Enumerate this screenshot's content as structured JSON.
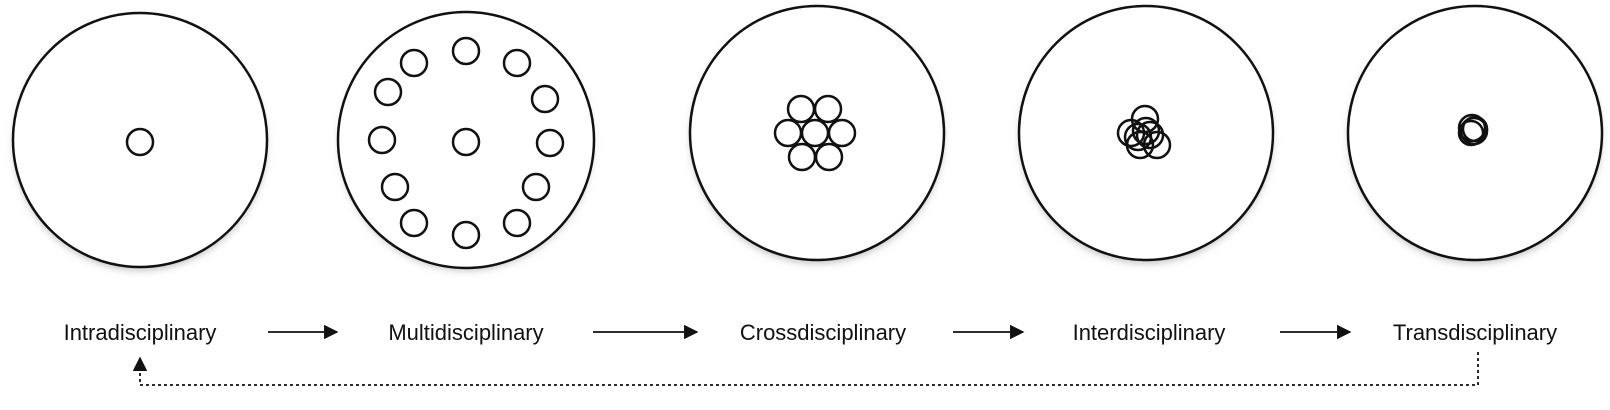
{
  "stages": [
    {
      "id": "intra",
      "label": "Intradisciplinary"
    },
    {
      "id": "multi",
      "label": "Multidisciplinary"
    },
    {
      "id": "cross",
      "label": "Crossdisciplinary"
    },
    {
      "id": "inter",
      "label": "Interdisciplinary"
    },
    {
      "id": "trans",
      "label": "Transdisciplinary"
    }
  ],
  "connectors": [
    {
      "from": "intra",
      "to": "multi",
      "style": "solid"
    },
    {
      "from": "multi",
      "to": "cross",
      "style": "solid"
    },
    {
      "from": "cross",
      "to": "inter",
      "style": "solid"
    },
    {
      "from": "inter",
      "to": "trans",
      "style": "solid"
    },
    {
      "from": "trans",
      "to": "intra",
      "style": "dotted"
    }
  ],
  "colors": {
    "stroke": "#111111",
    "shadow": "#bdbdbd",
    "fill": "#ffffff"
  }
}
